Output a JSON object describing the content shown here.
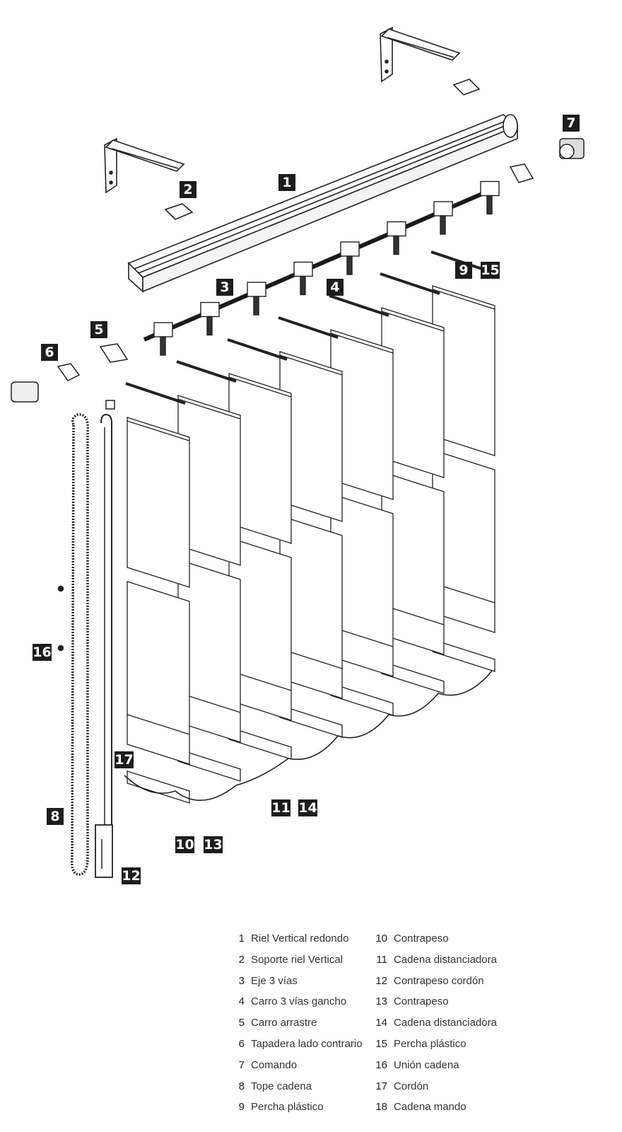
{
  "callouts": [
    "1",
    "2",
    "3",
    "4",
    "5",
    "6",
    "7",
    "8",
    "9",
    "10",
    "11",
    "12",
    "13",
    "14",
    "15",
    "16",
    "17"
  ],
  "legend": {
    "left": [
      {
        "num": "1",
        "label": "Riel Vertical redondo"
      },
      {
        "num": "2",
        "label": "Soporte riel Vertical"
      },
      {
        "num": "3",
        "label": "Eje 3 vías"
      },
      {
        "num": "4",
        "label": "Carro 3 vías gancho"
      },
      {
        "num": "5",
        "label": "Carro arrastre"
      },
      {
        "num": "6",
        "label": "Tapadera lado contrario"
      },
      {
        "num": "7",
        "label": "Comando"
      },
      {
        "num": "8",
        "label": "Tope cadena"
      },
      {
        "num": "9",
        "label": "Percha plástico"
      }
    ],
    "right": [
      {
        "num": "10",
        "label": "Contrapeso"
      },
      {
        "num": "11",
        "label": "Cadena distanciadora"
      },
      {
        "num": "12",
        "label": "Contrapeso cordón"
      },
      {
        "num": "13",
        "label": "Contrapeso"
      },
      {
        "num": "14",
        "label": "Cadena distanciadora"
      },
      {
        "num": "15",
        "label": "Percha plástico"
      },
      {
        "num": "16",
        "label": "Unión cadena"
      },
      {
        "num": "17",
        "label": "Cordón"
      },
      {
        "num": "18",
        "label": "Cadena mando"
      }
    ]
  }
}
